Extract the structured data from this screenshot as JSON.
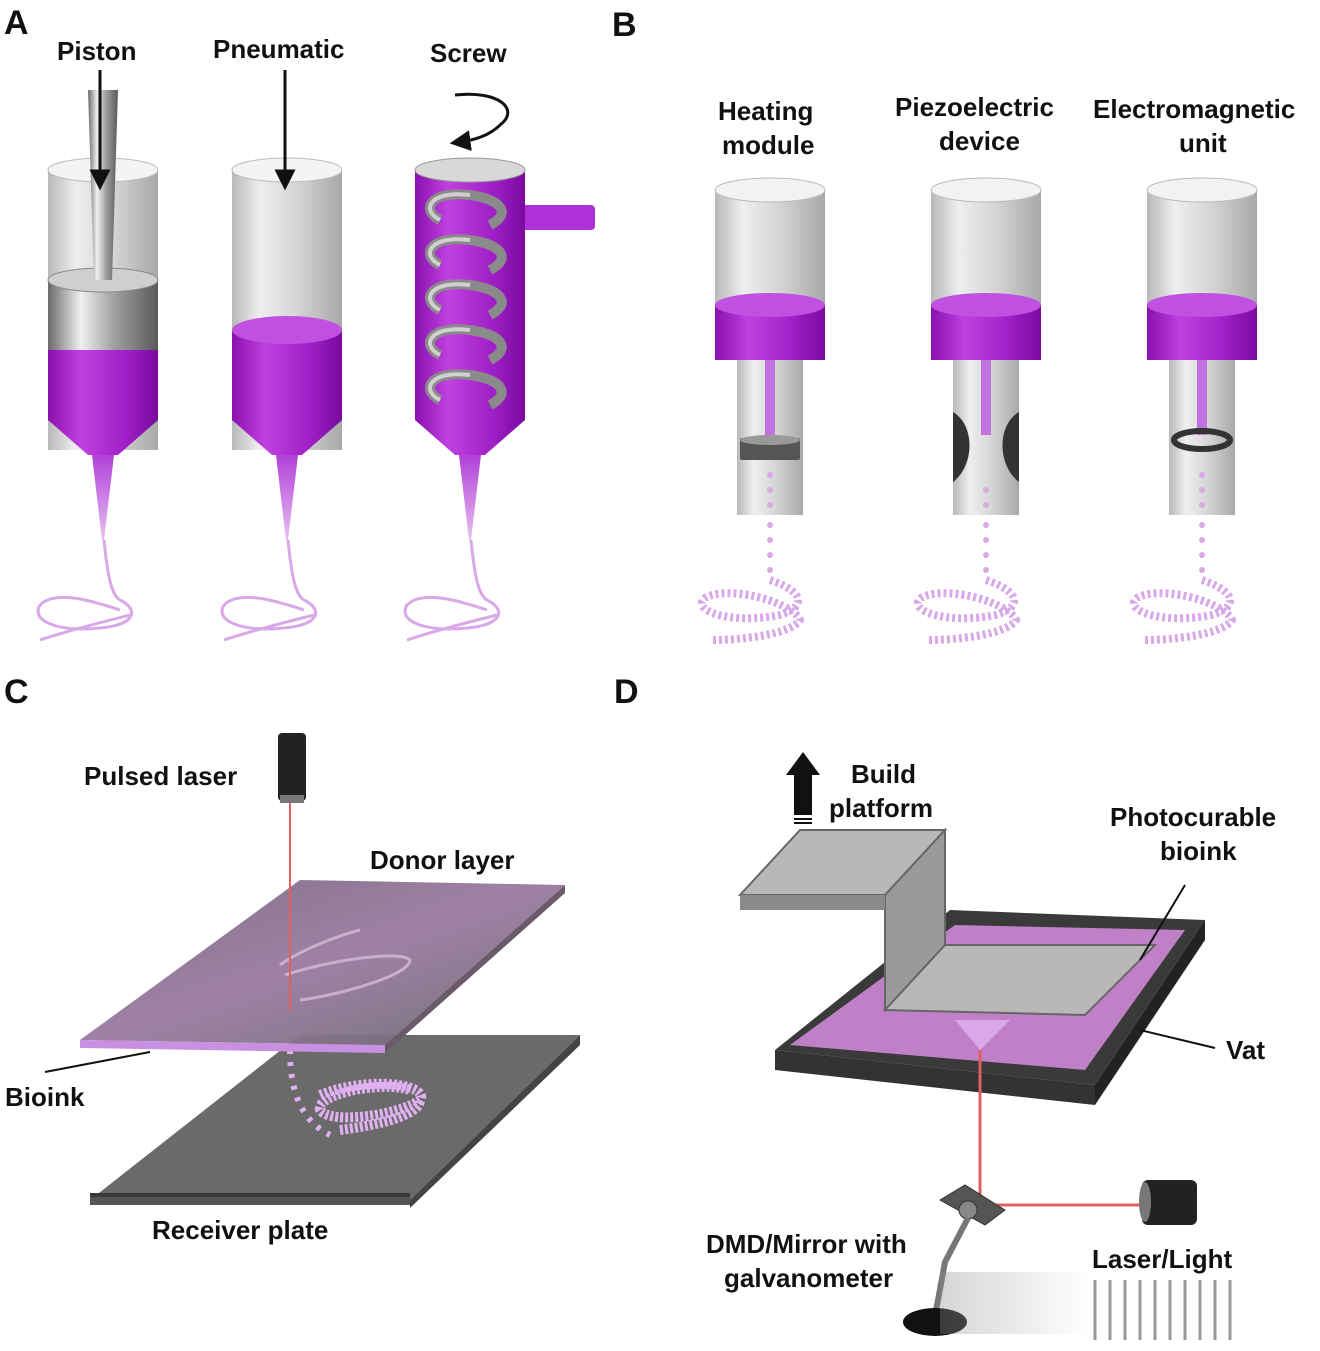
{
  "panels": {
    "a": {
      "letter": "A",
      "labels": {
        "piston": "Piston",
        "pneumatic": "Pneumatic",
        "screw": "Screw"
      }
    },
    "b": {
      "letter": "B",
      "labels": {
        "heating_1": "Heating",
        "heating_2": "module",
        "piezo_1": "Piezoelectric",
        "piezo_2": "device",
        "em_1": "Electromagnetic",
        "em_2": "unit"
      }
    },
    "c": {
      "letter": "C",
      "labels": {
        "pulsed_laser": "Pulsed laser",
        "donor_layer": "Donor layer",
        "bioink": "Bioink",
        "receiver_plate": "Receiver plate"
      }
    },
    "d": {
      "letter": "D",
      "labels": {
        "build_1": "Build",
        "build_2": "platform",
        "photo_1": "Photocurable",
        "photo_2": "bioink",
        "vat": "Vat",
        "dmd_1": "DMD/Mirror with",
        "dmd_2": "galvanometer",
        "laser_light": "Laser/Light"
      }
    }
  },
  "colors": {
    "bioink_purple": "#a020c8",
    "bioink_light": "#d8a8e8",
    "laser_red": "#e06060",
    "glass": "#d8d8d8",
    "dark_plate": "#555555"
  }
}
